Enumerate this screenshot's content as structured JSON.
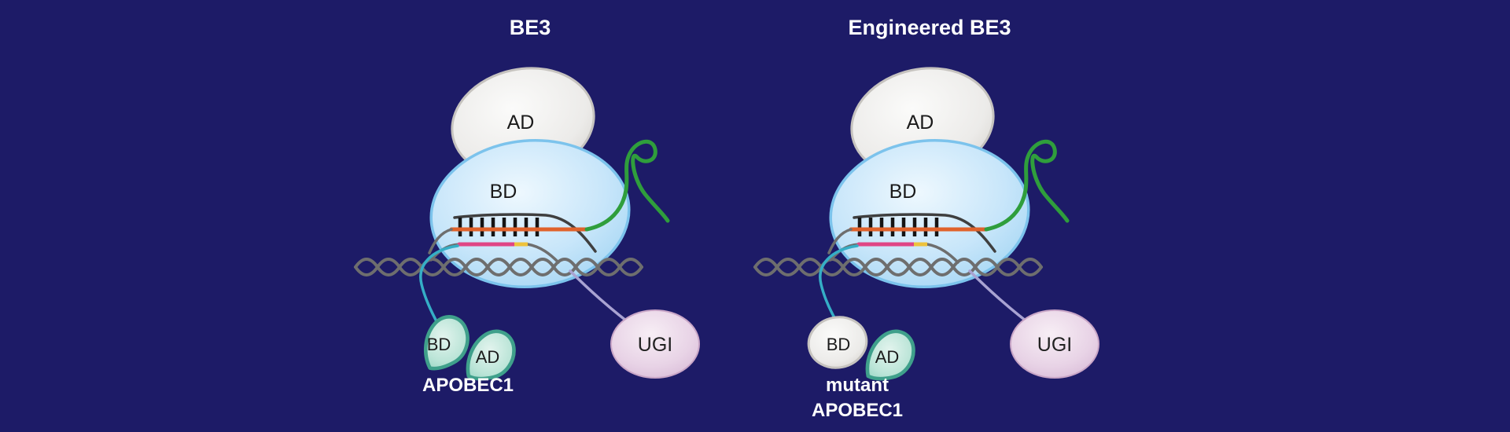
{
  "figure": {
    "background": "#1d1b67"
  },
  "colors": {
    "helix_gray": "#6e6e6e",
    "target_strand_dark": "#3f3f3f",
    "tick_black": "#141414",
    "sgrna_orange": "#e0622b",
    "sgrna_green": "#2f9e3c",
    "displaced_pink": "#e04585",
    "pam_yellow": "#eec23c",
    "apobec_linker_cyan": "#35aec6",
    "ugi_linker_lavender": "#a9a3d2",
    "leaf_stroke_teal": "#3fa08b",
    "cas9_blue_edge": "#7cc3ec"
  },
  "panels": [
    {
      "title": "BE3",
      "labels": {
        "ad": "AD",
        "bd": "BD",
        "apobec_bd": "BD",
        "apobec_ad": "AD",
        "ugi": "UGI"
      },
      "caption": {
        "line1": "APOBEC1",
        "line2": ""
      }
    },
    {
      "title": "Engineered BE3",
      "labels": {
        "ad": "AD",
        "bd": "BD",
        "apobec_bd": "BD",
        "apobec_ad": "AD",
        "ugi": "UGI"
      },
      "caption": {
        "line1": "mutant",
        "line2": "APOBEC1"
      }
    }
  ]
}
